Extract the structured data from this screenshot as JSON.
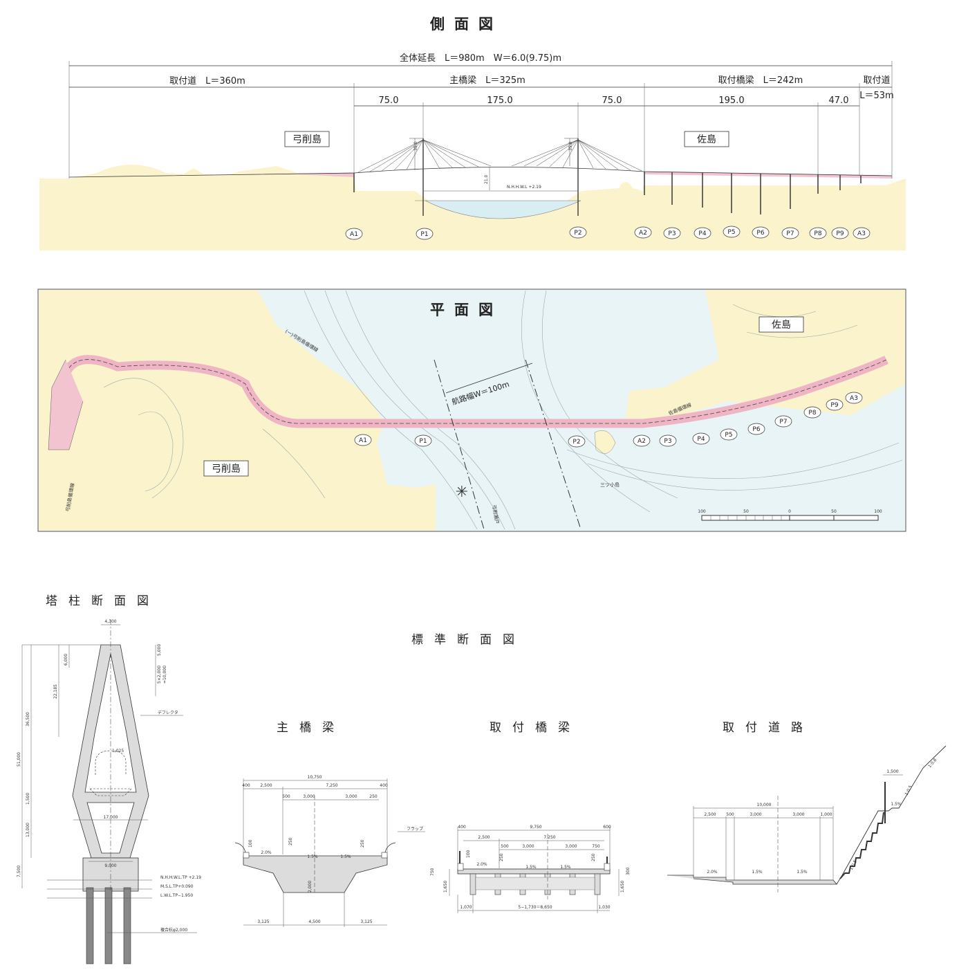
{
  "colors": {
    "land": "#faf3cc",
    "road": "#f2c4cf",
    "water": "#d9eef2",
    "concrete": "#d9d9d9",
    "line": "#333333"
  },
  "elevation": {
    "title": "側面図",
    "total": "全体延長　L＝980m　W＝6.0(9.75)m",
    "segments": [
      "取付道　L＝360m",
      "主橋梁　L＝325m",
      "取付橋梁　L＝242m",
      "取付道"
    ],
    "segment_extra": "L＝53m",
    "spans": [
      "75.0",
      "175.0",
      "75.0",
      "195.0",
      "47.0"
    ],
    "islands": [
      "弓削島",
      "佐島"
    ],
    "tower_height": "35.0",
    "clearance": "21.0",
    "water_level": "N.H.H.W.L +2.19",
    "piers": [
      "A1",
      "P1",
      "P2",
      "A2",
      "P3",
      "P4",
      "P5",
      "P6",
      "P7",
      "P8",
      "P9",
      "A3"
    ]
  },
  "plan": {
    "title": "平面図",
    "islands": [
      "佐島",
      "弓削島"
    ],
    "roads": [
      "(一)弓削島循環線",
      "佐島循環線",
      "弓削島循環線"
    ],
    "channel": "航路幅W＝100m",
    "small_island": "三ツ小島",
    "strait": "弓削瀬戸",
    "scale_labels": [
      "100",
      "50",
      "0",
      "50",
      "100"
    ],
    "piers": [
      "A1",
      "P1",
      "P2",
      "A2",
      "P3",
      "P4",
      "P5",
      "P6",
      "P7",
      "P8",
      "P9",
      "A3"
    ]
  },
  "tower_section": {
    "title": "塔柱断面図",
    "dims": [
      "4,300",
      "5,000",
      "5×2,000",
      "=10,000",
      "6,000",
      "22,185",
      "36,500",
      "51,000",
      "1,500",
      "13,000",
      "7,500",
      "17,000",
      "9,000",
      "1,025"
    ],
    "deflector": "デフレクタ",
    "levels": [
      "N.H.H.W.L.TP +2.19",
      "M.S.L.TP+0.090",
      "L.W.L.TP−1.950"
    ],
    "pile": "複合杭φ2,000"
  },
  "standard_section": {
    "title": "標準断面図",
    "main_girder": {
      "title": "主橋梁",
      "dims": [
        "10,750",
        "400",
        "2,500",
        "7,250",
        "400",
        "500",
        "3,000",
        "3,000",
        "250",
        "100",
        "250",
        "250",
        "2,000",
        "3,125",
        "4,500",
        "3,125"
      ],
      "slopes": [
        "2.0%",
        "1.5%",
        "1.5%"
      ],
      "flap": "フラップ"
    },
    "approach_girder": {
      "title": "取付橋梁",
      "dims": [
        "400",
        "9,750",
        "600",
        "2,500",
        "7,250",
        "500",
        "3,000",
        "3,000",
        "750",
        "100",
        "250",
        "250",
        "750",
        "1,650",
        "1,650",
        "300",
        "1,070",
        "5−1,730＝8,650",
        "1,030"
      ],
      "slopes": [
        "2.0%",
        "1.5%",
        "1.5%"
      ]
    },
    "approach_road": {
      "title": "取付道路",
      "dims": [
        "10,000",
        "2,500",
        "500",
        "3,000",
        "3,000",
        "1,000",
        "1,500"
      ],
      "slopes": [
        "2.0%",
        "1.5%",
        "1.5%",
        "1.5%"
      ],
      "grades": [
        "1:0.5",
        "1:0.8",
        "1:0.5"
      ]
    }
  }
}
